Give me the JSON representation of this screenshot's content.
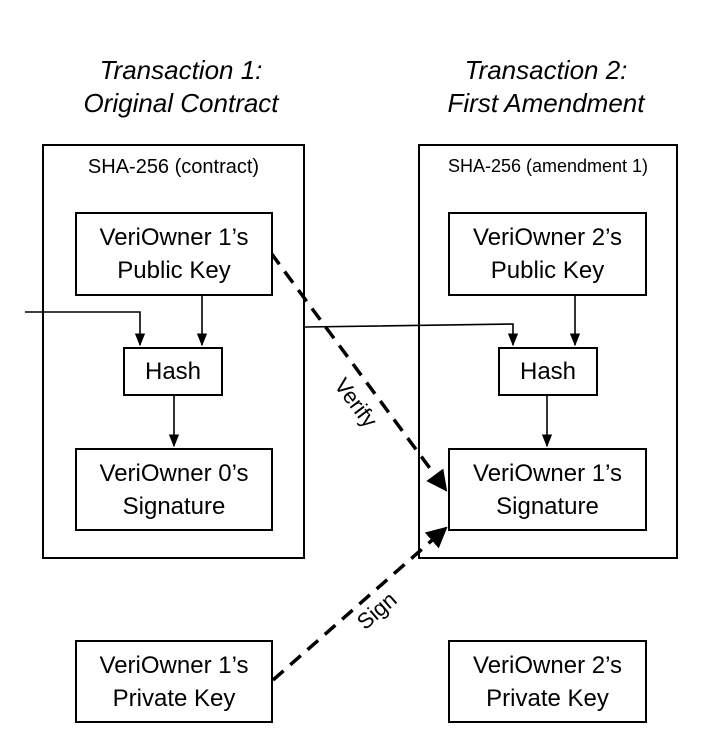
{
  "titles": {
    "tx1": [
      "Transaction 1:",
      "Original Contract"
    ],
    "tx2": [
      "Transaction 2:",
      "First Amendment"
    ]
  },
  "containers": {
    "tx1_label": "SHA-256 (contract)",
    "tx2_label": "SHA-256 (amendment 1)"
  },
  "nodes": {
    "tx1_pubkey": [
      "VeriOwner 1’s",
      "Public Key"
    ],
    "tx1_hash": "Hash",
    "tx1_signature": [
      "VeriOwner 0’s",
      "Signature"
    ],
    "tx2_pubkey": [
      "VeriOwner 2’s",
      "Public Key"
    ],
    "tx2_hash": "Hash",
    "tx2_signature": [
      "VeriOwner 1’s",
      "Signature"
    ],
    "privkey_1": [
      "VeriOwner 1’s",
      "Private Key"
    ],
    "privkey_2": [
      "VeriOwner 2’s",
      "Private Key"
    ]
  },
  "edge_labels": {
    "verify": "Verify",
    "sign": "Sign"
  },
  "colors": {
    "stroke": "#000000",
    "background": "#ffffff"
  }
}
